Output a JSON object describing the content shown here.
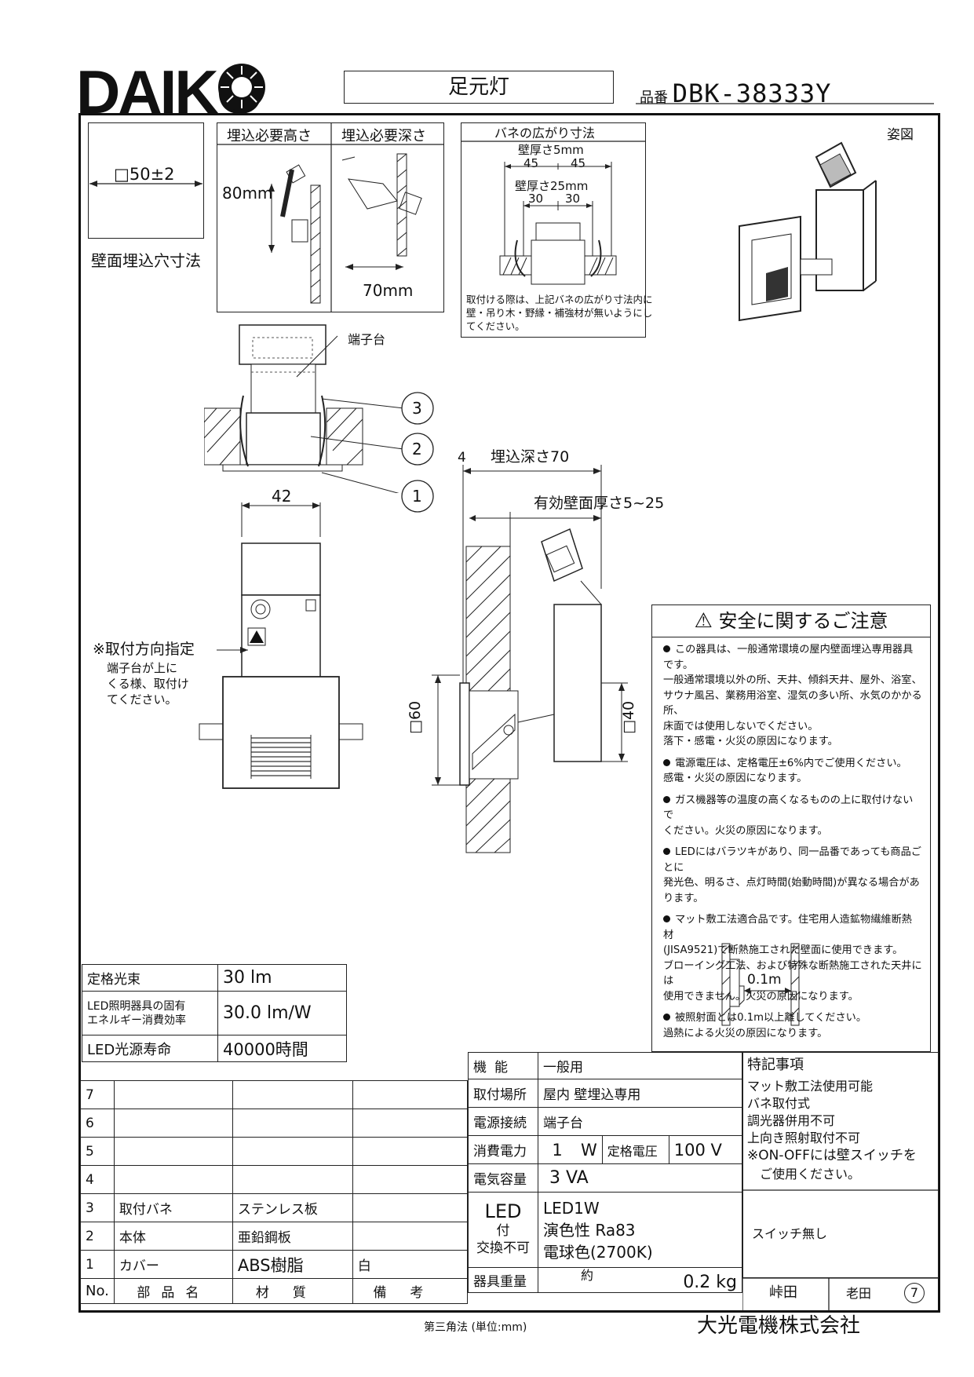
{
  "header": {
    "brand": "DAIKO",
    "product_name": "足元灯",
    "model_label": "品番",
    "model_number": "DBK-38333Y"
  },
  "hole_dim": {
    "size": "□50±2",
    "label": "壁面埋込穴寸法"
  },
  "embed": {
    "height_title": "埋込必要高さ",
    "depth_title": "埋込必要深さ",
    "height_value": "80mm",
    "depth_value": "70mm"
  },
  "spring": {
    "title": "バネの広がり寸法",
    "wall5": "壁厚さ5mm",
    "wall5_left": "45",
    "wall5_right": "45",
    "wall25": "壁厚さ25mm",
    "wall25_left": "30",
    "wall25_right": "30",
    "note_1": "取付ける際は、上記バネの広がり寸法内に",
    "note_2": "壁・吊り木・野縁・補強材が無いようにし",
    "note_3": "てください。"
  },
  "figure": {
    "label": "姿図"
  },
  "assembly": {
    "terminal": "端子台",
    "callout_1": "1",
    "callout_2": "2",
    "callout_3": "3",
    "width_42": "42",
    "direction_title": "※取付方向指定",
    "direction_1": "端子台が上に",
    "direction_2": "くる様、取付け",
    "direction_3": "てください。"
  },
  "side": {
    "dim_4": "4",
    "depth": "埋込深さ70",
    "wall_thickness": "有効壁面厚さ5~25",
    "dim_60": "□60",
    "dim_40": "□40"
  },
  "safety": {
    "title": "安全に関するご注意",
    "p1": [
      "この器具は、一般通常環境の屋内壁面埋込専用器具です。",
      "一般通常環境以外の所、天井、傾斜天井、屋外、浴室、",
      "サウナ風呂、業務用浴室、湿気の多い所、水気のかかる所、",
      "床面では使用しないでください。",
      "落下・感電・火災の原因になります。"
    ],
    "p2": [
      "電源電圧は、定格電圧±6%内でご使用ください。",
      "感電・火災の原因になります。"
    ],
    "p3": [
      "ガス機器等の温度の高くなるものの上に取付けないで",
      "ください。火災の原因になります。"
    ],
    "p4": [
      "LEDにはバラツキがあり、同一品番であっても商品ごとに",
      "発光色、明るさ、点灯時間(始動時間)が異なる場合があります。"
    ],
    "p5": [
      "マット敷工法適合品です。住宅用人造鉱物繊維断熱材",
      "(JISA9521)で断熱施工された壁面に使用できます。",
      "ブローイング工法、および特殊な断熱施工された天井には",
      "使用できません。火災の原因になります。"
    ],
    "p6": [
      "被照射面とは0.1m以上離してください。",
      "過熱による火災の原因になります。"
    ],
    "distance": "0.1m"
  },
  "perf": [
    {
      "label": "定格光束",
      "value": "30 lm"
    },
    {
      "label_1": "LED照明器具の固有",
      "label_2": "エネルギー消費効率",
      "value": "30.0 lm/W"
    },
    {
      "label": "LED光源寿命",
      "value": "40000時間"
    }
  ],
  "parts": {
    "headers": [
      "No.",
      "部品名",
      "材質",
      "備考"
    ],
    "rows": [
      {
        "no": "7",
        "name": "",
        "material": "",
        "note": ""
      },
      {
        "no": "6",
        "name": "",
        "material": "",
        "note": ""
      },
      {
        "no": "5",
        "name": "",
        "material": "",
        "note": ""
      },
      {
        "no": "4",
        "name": "",
        "material": "",
        "note": ""
      },
      {
        "no": "3",
        "name": "取付バネ",
        "material": "ステンレス板",
        "note": ""
      },
      {
        "no": "2",
        "name": "本体",
        "material": "亜鉛鋼板",
        "note": ""
      },
      {
        "no": "1",
        "name": "カバー",
        "material": "ABS樹脂",
        "note": "白"
      }
    ]
  },
  "specs": {
    "function_label": "機能",
    "function_value": "一般用",
    "location_label": "取付場所",
    "location_value": "屋内 壁埋込専用",
    "connection_label": "電源接続",
    "connection_value": "端子台",
    "power_label": "消費電力",
    "power_value": "1",
    "power_unit": "W",
    "voltage_label": "定格電圧",
    "voltage_value": "100 V",
    "capacity_label": "電気容量",
    "capacity_value": "3 VA",
    "led_label_1": "LED",
    "led_label_2": "付",
    "led_label_3": "交換不可",
    "led_value_1": "LED1W",
    "led_value_2": "演色性 Ra83",
    "led_value_3": "電球色(2700K)",
    "weight_label": "器具重量",
    "weight_approx": "約",
    "weight_value": "0.2 kg"
  },
  "notes": {
    "title": "特記事項",
    "lines": [
      "マット敷工法使用可能",
      "バネ取付式",
      "調光器併用不可",
      "上向き照射取付不可",
      "※ON-OFFには壁スイッチを",
      "ご使用ください。"
    ],
    "switch": "スイッチ無し"
  },
  "signoff": {
    "name1": "峠田",
    "name2": "老田",
    "rev": "7"
  },
  "footer": {
    "projection": "第三角法 (単位:mm)",
    "company": "大光電機株式会社"
  }
}
